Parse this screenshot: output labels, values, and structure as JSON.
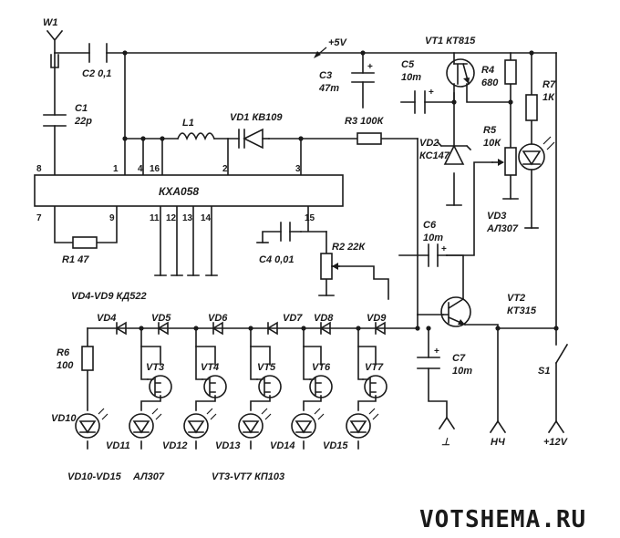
{
  "watermark": {
    "text": "VOTSHEMA.RU",
    "color": "#f2b100"
  },
  "colors": {
    "ink": "#1a1a1a",
    "background": "#ffffff"
  },
  "chip": {
    "label": "КХА058",
    "pins": {
      "p1": "1",
      "p2": "2",
      "p3": "3",
      "p4": "4",
      "p7": "7",
      "p8": "8",
      "p9": "9",
      "p11": "11",
      "p12": "12",
      "p13": "13",
      "p14": "14",
      "p15": "15",
      "p16": "16"
    }
  },
  "labels": {
    "w1": "W1",
    "c2": "C2 0,1",
    "c1_name": "C1",
    "c1_value": "22р",
    "supply": "+5V",
    "c3_name": "C3",
    "c3_value": "47m",
    "c5_name": "C5",
    "c5_value": "10m",
    "vt1": "VT1 КТ815",
    "r4_name": "R4",
    "r4_value": "680",
    "r7_name": "R7",
    "r7_value": "1К",
    "l1": "L1",
    "vd1": "VD1 КВ109",
    "r3": "R3 100К",
    "vd2_name": "VD2",
    "vd2_value": "КС147",
    "r5_name": "R5",
    "r5_value": "10К",
    "vd3_name": "VD3",
    "vd3_value": "АЛ307",
    "r1": "R1 47",
    "c6_name": "C6",
    "c6_value": "10m",
    "c4": "C4 0,01",
    "r2": "R2 22К",
    "vd4_vd9": "VD4-VD9 КД522",
    "vd4": "VD4",
    "vd5": "VD5",
    "vd6": "VD6",
    "vd7": "VD7",
    "vd8": "VD8",
    "vd9": "VD9",
    "vt2_name": "VT2",
    "vt2_value": "КТ315",
    "r6_name": "R6",
    "r6_value": "100",
    "vt3": "VT3",
    "vt4": "VT4",
    "vt5": "VT5",
    "vt6": "VT6",
    "vt7": "VT7",
    "c7_name": "C7",
    "c7_value": "10m",
    "s1": "S1",
    "vd10": "VD10",
    "vd11": "VD11",
    "vd12": "VD12",
    "vd13": "VD13",
    "vd14": "VD14",
    "vd15": "VD15",
    "lf_out": "НЧ",
    "ground_mark": "⊥",
    "v12": "+12V",
    "vd10_vd15": "VD10-VD15",
    "al307": "АЛ307",
    "vt3_vt7": "VT3-VT7 КП103"
  }
}
